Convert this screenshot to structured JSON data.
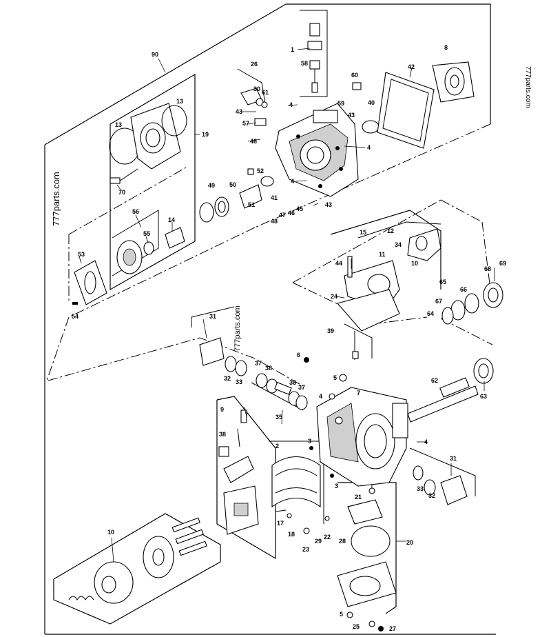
{
  "watermarks": [
    "777parts.com",
    "777parts.com",
    "777parts.com"
  ],
  "labels": {
    "p1": "1",
    "p58a": "58",
    "p26": "26",
    "p30": "30",
    "p61": "61",
    "p43a": "43",
    "p57": "57",
    "p48": "48",
    "p4a": "4",
    "p59": "59",
    "p43b": "43",
    "p60": "60",
    "p42": "42",
    "p8": "8",
    "p40": "40",
    "p4b": "4",
    "p90": "90",
    "p13a": "13",
    "p13b": "13",
    "p19": "19",
    "p70": "70",
    "p52": "52",
    "p4c": "4",
    "p50": "50",
    "p49": "49",
    "p41": "41",
    "p51": "51",
    "p47": "47",
    "p46": "46",
    "p45": "45",
    "p48b": "48",
    "p43c": "43",
    "p56": "56",
    "p14": "14",
    "p55": "55",
    "p53": "53",
    "p54": "54",
    "p15": "15",
    "p12": "12",
    "p34": "34",
    "p11": "11",
    "p10": "10",
    "p44": "44",
    "p24": "24",
    "p69": "69",
    "p68": "68",
    "p65": "65",
    "p66": "66",
    "p67": "67",
    "p64": "64",
    "p39": "39",
    "p31a": "31",
    "p32a": "32",
    "p33a": "33",
    "p37a": "37",
    "p38a": "38",
    "p36": "36",
    "p37b": "37",
    "p35": "35",
    "p6": "6",
    "p5a": "5",
    "p7": "7",
    "p4d": "4",
    "p62": "62",
    "p63": "63",
    "p4e": "4",
    "p9": "9",
    "p38b": "38",
    "p2": "2",
    "p3a": "3",
    "p3b": "3",
    "p31b": "31",
    "p33b": "33",
    "p32b": "32",
    "p21": "21",
    "p17": "17",
    "p18": "18",
    "p23": "23",
    "p29": "29",
    "p22": "22",
    "p28": "28",
    "p20": "20",
    "p10b": "10",
    "p5b": "5",
    "p25": "25",
    "p27": "27"
  }
}
